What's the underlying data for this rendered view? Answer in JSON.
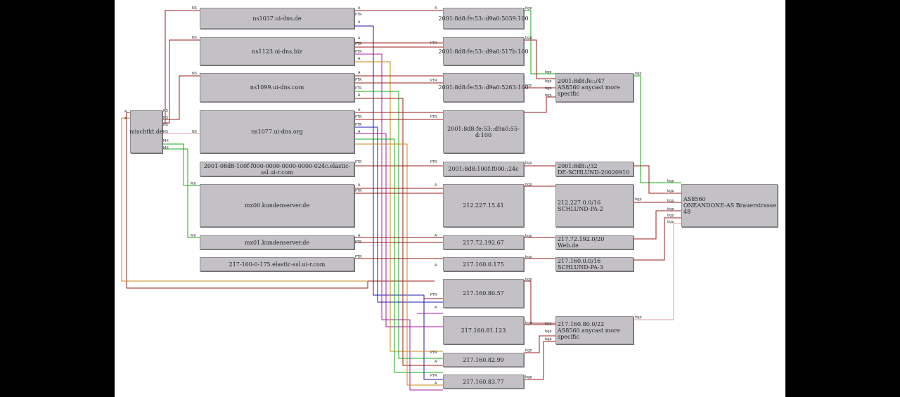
{
  "nodes": {
    "root": "mischtkt.de",
    "ns1": "ns1037.ui-dns.de",
    "ns2": "ns1123.ui-dns.biz",
    "ns3": "ns1099.ui-dns.com",
    "ns4": "ns1077.ui-dns.org",
    "elastic6": "2001-08d8-100f-f000-0000-0000-0000-024c.elastic-ssl.ui-r.com",
    "mx0": "mx00.kundenserver.de",
    "mx1": "mx01.kundenserver.de",
    "elastic4": "217-160-0-175.elastic-ssl.ui-r.com",
    "ip1": "2001:8d8:fe:53::d9a0:5039:100",
    "ip2": "2001:8d8:fe:53::d9a0:517b:100",
    "ip3": "2001:8d8:fe:53::d9a0:5263:100",
    "ip4": "2001:8d8:fe:53::d9a0:55-d:100",
    "ip5": "2001:8d8:100f:f000::24c",
    "ip6": "212.227.15.41",
    "ip7": "217.72.192.67",
    "ip8": "217.160.0.175",
    "ip9": "217.160.80.57",
    "ip10": "217.160.81.123",
    "ip11": "217.160.82.99",
    "ip12": "217.160.83.77",
    "pfx1_l1": "2001:8d8:fe::/47",
    "pfx1_l2": "AS8560 anycast more specific",
    "pfx2_l1": "2001:8d8::/32",
    "pfx2_l2": "DE-SCHLUND-20020910",
    "pfx3_l1": "212.227.0.0/16",
    "pfx3_l2": "SCHLUND-PA-2",
    "pfx4_l1": "217.72.192.0/20",
    "pfx4_l2": "Web.de",
    "pfx5_l1": "217.160.0.0/16",
    "pfx5_l2": "SCHLUND-PA-3",
    "pfx6_l1": "217.160.80.0/22",
    "pfx6_l2": "AS8560 anycast more specific",
    "as_l1": "AS8560",
    "as_l2": "ONEANDONE-AS Brauerstrasse 48"
  },
  "edge_labels": {
    "ns": "NS",
    "mx": "MX",
    "a": "A",
    "ptr": "PTR",
    "bgp": "bgp"
  },
  "colors": {
    "background": "#000000",
    "canvas": "#ffffff",
    "node_fill": "#c3c1c5",
    "edge_red": "#9b1c1c",
    "edge_pink": "#e0a0a0",
    "edge_green": "#18a818",
    "edge_blue": "#1a1ab0",
    "edge_magenta": "#a818a8",
    "edge_orange": "#c88a18"
  }
}
